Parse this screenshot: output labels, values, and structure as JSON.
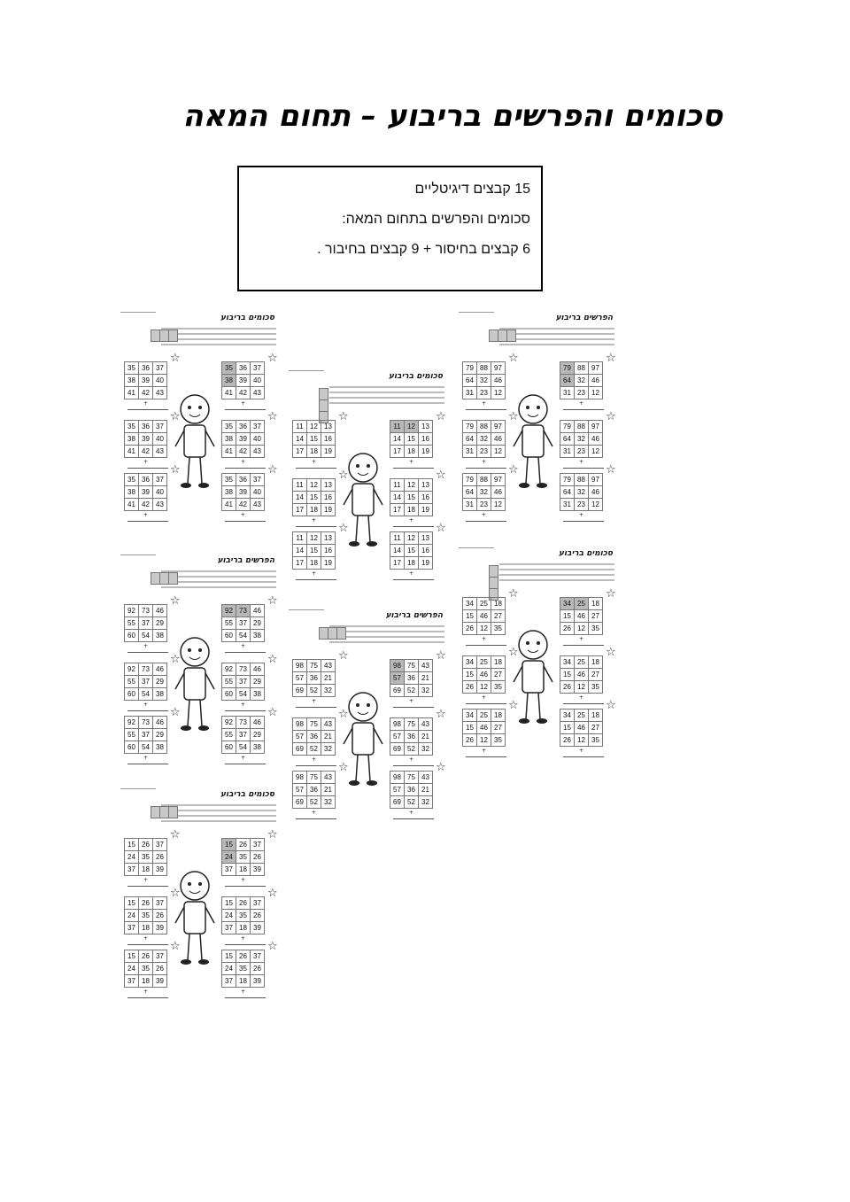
{
  "page": {
    "title": "סכומים והפרשים בריבוע – תחום המאה"
  },
  "info": {
    "line1": "15 קבצים דיגיטליים",
    "line2": "סכומים והפרשים בתחום המאה:",
    "line3": "6 קבצים בחיסור  +  9 קבצים בחיבור ."
  },
  "sheets": [
    {
      "title": "סכומים בריבוע",
      "grid": [
        [
          "35",
          "36",
          "37"
        ],
        [
          "38",
          "39",
          "40"
        ],
        [
          "41",
          "42",
          "43"
        ]
      ]
    },
    {
      "title": "סכומים בריבוע",
      "grid": [
        [
          "11",
          "12",
          "13"
        ],
        [
          "14",
          "15",
          "16"
        ],
        [
          "17",
          "18",
          "19"
        ]
      ]
    },
    {
      "title": "הפרשים בריבוע",
      "grid": [
        [
          "79",
          "88",
          "97"
        ],
        [
          "64",
          "32",
          "46"
        ],
        [
          "31",
          "23",
          "12"
        ]
      ]
    },
    {
      "title": "הפרשים בריבוע",
      "grid": [
        [
          "92",
          "73",
          "46"
        ],
        [
          "55",
          "37",
          "29"
        ],
        [
          "60",
          "54",
          "38"
        ]
      ]
    },
    {
      "title": "הפרשים בריבוע",
      "grid": [
        [
          "98",
          "75",
          "43"
        ],
        [
          "57",
          "36",
          "21"
        ],
        [
          "69",
          "52",
          "32"
        ]
      ]
    },
    {
      "title": "סכומים בריבוע",
      "grid": [
        [
          "34",
          "25",
          "18"
        ],
        [
          "15",
          "46",
          "27"
        ],
        [
          "26",
          "12",
          "35"
        ]
      ]
    },
    {
      "title": "סכומים בריבוע",
      "grid": [
        [
          "15",
          "26",
          "37"
        ],
        [
          "24",
          "35",
          "26"
        ],
        [
          "37",
          "18",
          "39"
        ]
      ]
    }
  ]
}
